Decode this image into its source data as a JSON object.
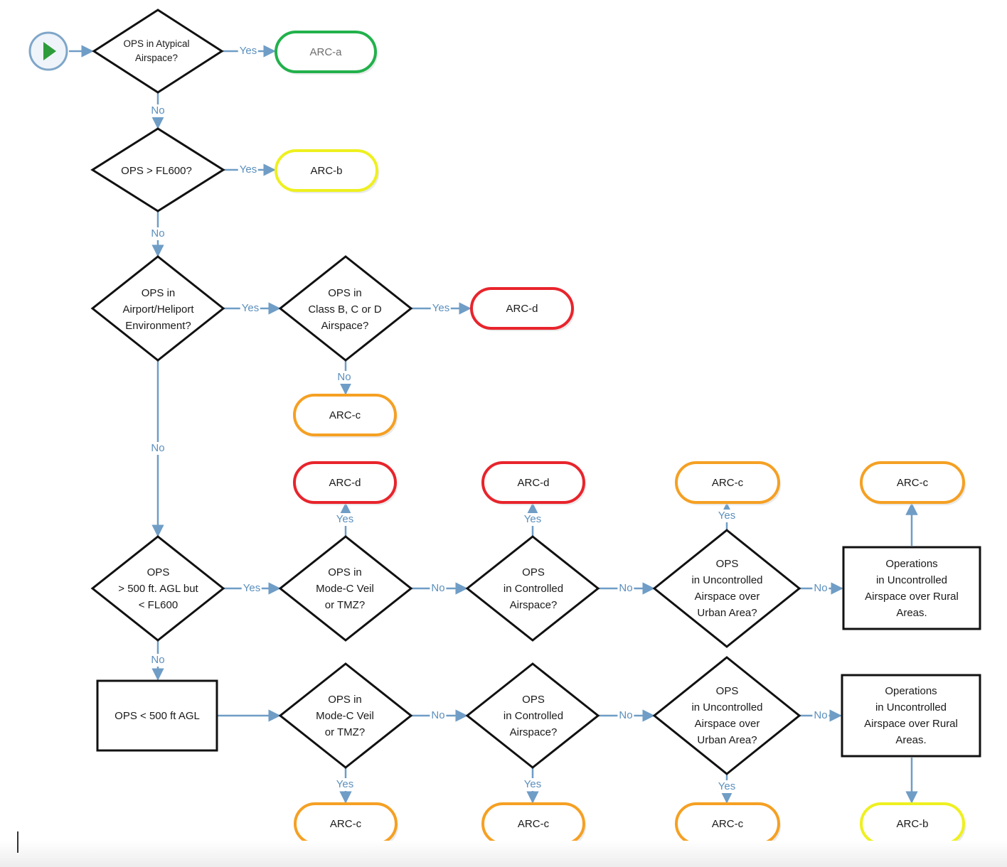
{
  "diagram": {
    "colors": {
      "connector": "#6f9dc6",
      "label": "#5b8fbd",
      "green": "#22b14c",
      "yellow": "#eef01f",
      "orange": "#f5a023",
      "red": "#e8242c",
      "start_fill": "#2e9c3a"
    },
    "start": {
      "icon": "play-icon"
    },
    "decisions": {
      "atypical": "OPS in Atypical\nAirspace?",
      "fl600": "OPS > FL600?",
      "airport": "OPS in\nAirport/Heliport\nEnvironment?",
      "class_bcd": "OPS in\nClass B, C or D\nAirspace?",
      "agl_500": "OPS\n> 500 ft. AGL but\n< FL600",
      "modec_1": "OPS in\nMode-C Veil\nor TMZ?",
      "controlled_1": "OPS\nin Controlled\nAirspace?",
      "urban_1": "OPS\nin Uncontrolled\nAirspace over\nUrban Area?",
      "modec_2": "OPS in\nMode-C Veil\nor TMZ?",
      "controlled_2": "OPS\nin Controlled\nAirspace?",
      "urban_2": "OPS\nin Uncontrolled\nAirspace over\nUrban Area?"
    },
    "boxes": {
      "below_500": "OPS < 500 ft AGL",
      "rural_1": "Operations\nin Uncontrolled\nAirspace over Rural\nAreas.",
      "rural_2": "Operations\nin Uncontrolled\nAirspace over Rural\nAreas."
    },
    "terminals": {
      "arc_a": "ARC-a",
      "arc_b_top": "ARC-b",
      "arc_d_airport": "ARC-d",
      "arc_c_airport": "ARC-c",
      "arc_d_modec": "ARC-d",
      "arc_d_controlled": "ARC-d",
      "arc_c_urban": "ARC-c",
      "arc_c_rural": "ARC-c",
      "arc_c_modec_low": "ARC-c",
      "arc_c_controlled_low": "ARC-c",
      "arc_c_urban_low": "ARC-c",
      "arc_b_rural_low": "ARC-b"
    },
    "edge_labels": {
      "yes": "Yes",
      "no": "No"
    }
  }
}
